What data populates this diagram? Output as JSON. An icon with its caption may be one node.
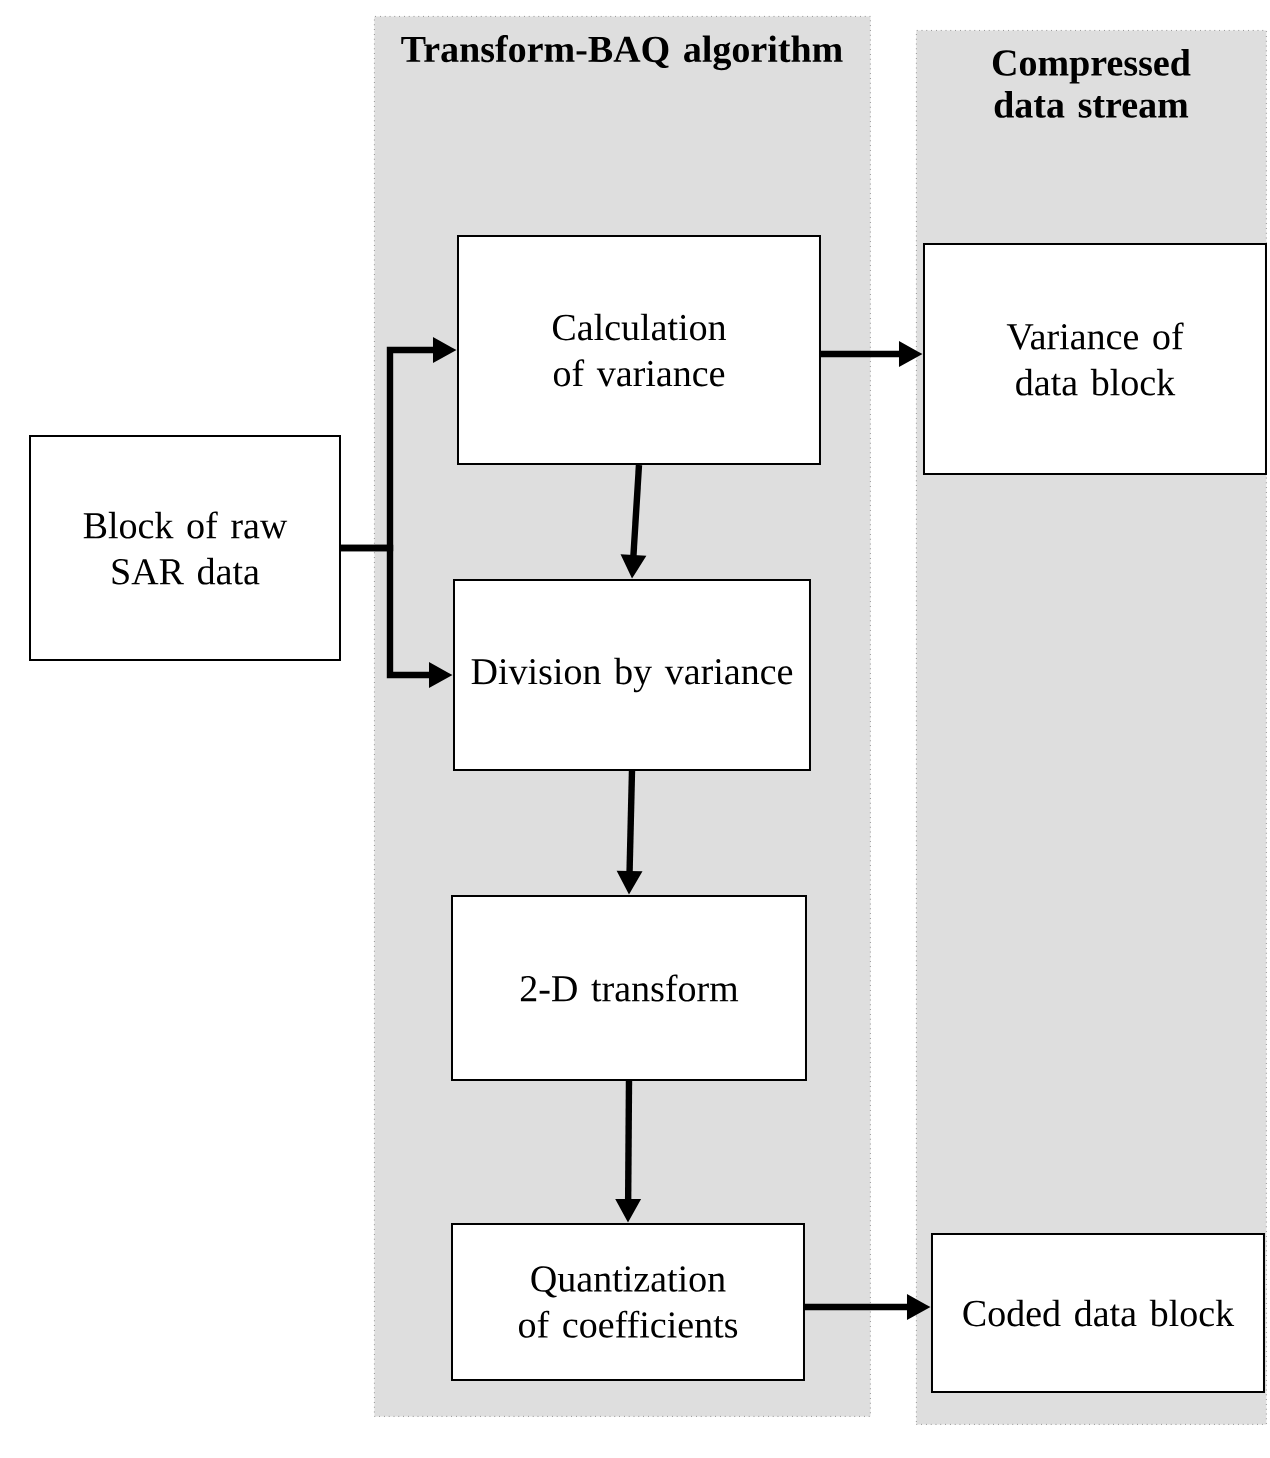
{
  "diagram": {
    "nodes": [
      {
        "text": [
          "Transform-BAQ algorithm"
        ]
      },
      {
        "text": [
          "Compressed data stream"
        ]
      },
      {
        "text": [
          "Block of raw SAR data"
        ]
      },
      {
        "text": [
          "Calculation of variance"
        ],
        "in": 0
      },
      {
        "text": [
          "Division by variance"
        ],
        "in": 0
      },
      {
        "text": [
          "2-D transform"
        ],
        "in": 0
      },
      {
        "text": [
          "Quantization of coefficients"
        ],
        "in": 0
      },
      {
        "text": [
          "Variance of data block"
        ],
        "in": 1
      },
      {
        "text": [
          "Coded data block"
        ],
        "in": 1
      }
    ],
    "edges": [
      {
        "from": 2,
        "to": 3,
        "arrow": "to"
      },
      {
        "from": 2,
        "to": 4,
        "arrow": "to"
      },
      {
        "from": 3,
        "to": 7,
        "arrow": "to"
      },
      {
        "from": 3,
        "to": 4,
        "arrow": "to"
      },
      {
        "from": 4,
        "to": 5,
        "arrow": "to"
      },
      {
        "from": 5,
        "to": 6,
        "arrow": "to"
      },
      {
        "from": 6,
        "to": 8,
        "arrow": "to"
      }
    ]
  }
}
